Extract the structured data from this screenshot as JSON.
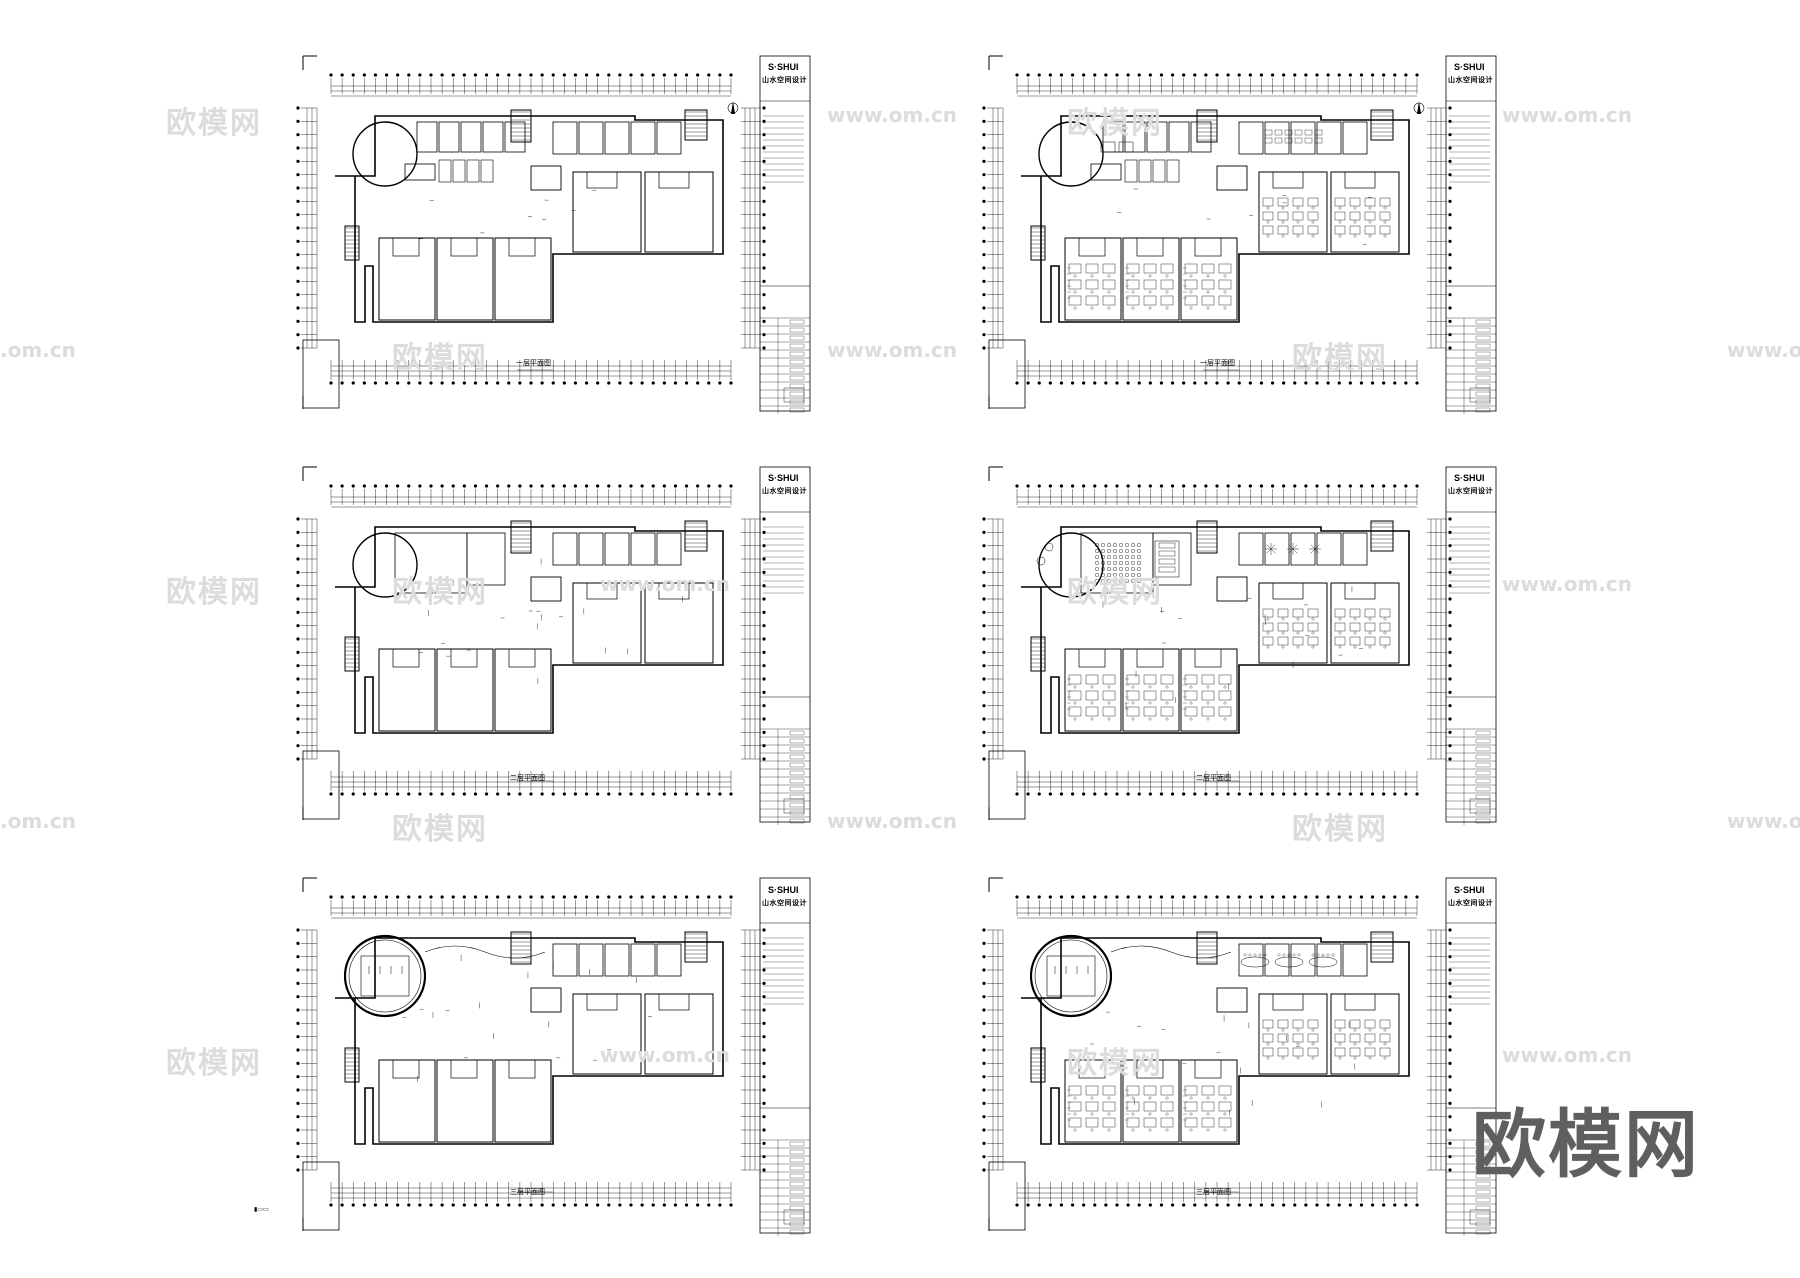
{
  "sheets": [
    {
      "id": "s1",
      "plan_title": "一层平面图",
      "brand": "S·SHUI",
      "brand_sub": "山水空间设计"
    },
    {
      "id": "s2",
      "plan_title": "一层平面图",
      "brand": "S·SHUI",
      "brand_sub": "山水空间设计"
    },
    {
      "id": "s3",
      "plan_title": "二层平面图",
      "brand": "S·SHUI",
      "brand_sub": "山水空间设计"
    },
    {
      "id": "s4",
      "plan_title": "二层平面图",
      "brand": "S·SHUI",
      "brand_sub": "山水空间设计"
    },
    {
      "id": "s5",
      "plan_title": "三层平面图",
      "brand": "S·SHUI",
      "brand_sub": "山水空间设计"
    },
    {
      "id": "s6",
      "plan_title": "三层平面图",
      "brand": "S·SHUI",
      "brand_sub": "山水空间设计"
    }
  ],
  "watermark": {
    "cn": "欧模网",
    "url": "www.om.cn",
    "url_partial": ".om.cn"
  },
  "big_watermark": "欧模网",
  "colors": {
    "background": "#ffffff",
    "ink": "#000000",
    "watermark": "#dcdcdc",
    "big_watermark": "#5f5f5f"
  }
}
